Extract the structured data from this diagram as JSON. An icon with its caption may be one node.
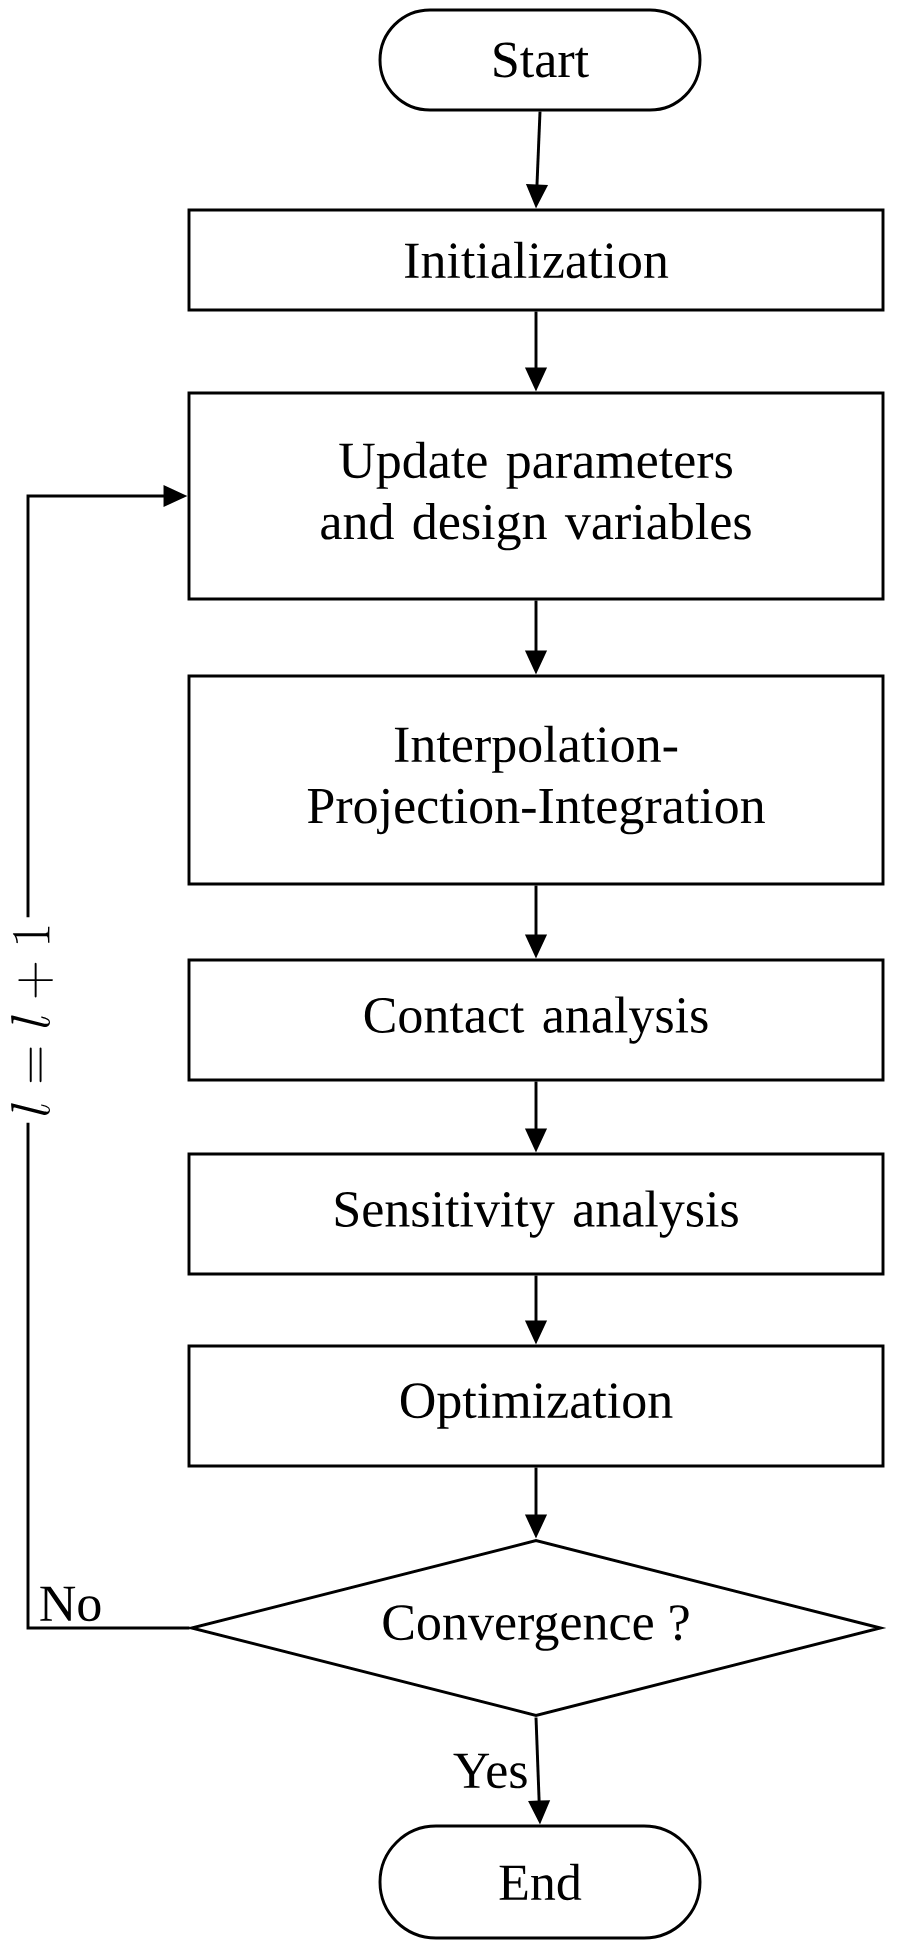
{
  "diagram": {
    "nodes": [
      {
        "text": [
          "Start"
        ]
      },
      {
        "text": [
          "Initialization"
        ]
      },
      {
        "text": [
          "Update parameters and design variables"
        ]
      },
      {
        "text": [
          "Interpolation-Projection-Integration"
        ]
      },
      {
        "text": [
          "Contact analysis"
        ]
      },
      {
        "text": [
          "Sensitivity analysis"
        ]
      },
      {
        "text": [
          "Optimization"
        ]
      },
      {
        "text": [
          "Convergence ?"
        ]
      },
      {
        "text": [
          "End"
        ]
      }
    ],
    "edges": [
      {
        "from": 0,
        "to": 1,
        "arrow": "to"
      },
      {
        "from": 1,
        "to": 2,
        "arrow": "to"
      },
      {
        "from": 2,
        "to": 3,
        "arrow": "to"
      },
      {
        "from": 3,
        "to": 4,
        "arrow": "to"
      },
      {
        "from": 4,
        "to": 5,
        "arrow": "to"
      },
      {
        "from": 5,
        "to": 6,
        "arrow": "to"
      },
      {
        "from": 6,
        "to": 7,
        "arrow": "to"
      },
      {
        "from": 7,
        "to": 8,
        "arrow": "to",
        "label": "Yes"
      },
      {
        "from": 7,
        "to": 2,
        "arrow": "to",
        "label": "No"
      }
    ],
    "labels": [
      "l = l + 1"
    ]
  }
}
